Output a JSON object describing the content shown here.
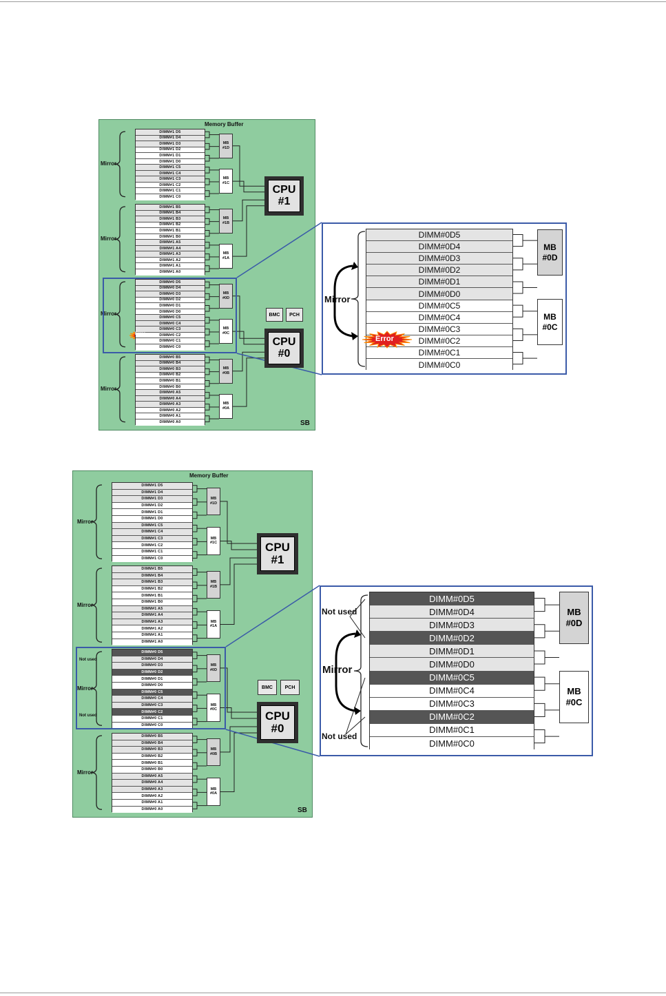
{
  "top_diagram": {
    "title": "Memory Buffer",
    "board_label": "SB",
    "mirror_label": "Mirror",
    "error_label": "Error",
    "cpu1": {
      "line1": "CPU",
      "line2": "#1"
    },
    "cpu0": {
      "line1": "CPU",
      "line2": "#0"
    },
    "bmc": "BMC",
    "pch": "PCH",
    "groups": [
      {
        "dimms": [
          "DIMM#1 D5",
          "DIMM#1 D4",
          "DIMM#1 D3",
          "DIMM#1 D2",
          "DIMM#1 D1",
          "DIMM#1 D0",
          "DIMM#1 C5",
          "DIMM#1 C4",
          "DIMM#1 C3",
          "DIMM#1 C2",
          "DIMM#1 C1",
          "DIMM#1 C0"
        ],
        "mb_top": {
          "line1": "MB",
          "line2": "#1D"
        },
        "mb_bottom": {
          "line1": "MB",
          "line2": "#1C"
        }
      },
      {
        "dimms": [
          "DIMM#1 B5",
          "DIMM#1 B4",
          "DIMM#1 B3",
          "DIMM#1 B2",
          "DIMM#1 B1",
          "DIMM#1 B0",
          "DIMM#1 A5",
          "DIMM#1 A4",
          "DIMM#1 A3",
          "DIMM#1 A2",
          "DIMM#1 A1",
          "DIMM#1 A0"
        ],
        "mb_top": {
          "line1": "MB",
          "line2": "#1B"
        },
        "mb_bottom": {
          "line1": "MB",
          "line2": "#1A"
        }
      },
      {
        "dimms": [
          "DIMM#0 D5",
          "DIMM#0 D4",
          "DIMM#0 D3",
          "DIMM#0 D2",
          "DIMM#0 D1",
          "DIMM#0 D0",
          "DIMM#0 C5",
          "DIMM#0 C4",
          "DIMM#0 C3",
          "DIMM#0 C2",
          "DIMM#0 C1",
          "DIMM#0 C0"
        ],
        "mb_top": {
          "line1": "MB",
          "line2": "#0D"
        },
        "mb_bottom": {
          "line1": "MB",
          "line2": "#0C"
        }
      },
      {
        "dimms": [
          "DIMM#0 B5",
          "DIMM#0 B4",
          "DIMM#0 B3",
          "DIMM#0 B2",
          "DIMM#0 B1",
          "DIMM#0 B0",
          "DIMM#0 A5",
          "DIMM#0 A4",
          "DIMM#0 A3",
          "DIMM#0 A2",
          "DIMM#0 A1",
          "DIMM#0 A0"
        ],
        "mb_top": {
          "line1": "MB",
          "line2": "#0B"
        },
        "mb_bottom": {
          "line1": "MB",
          "line2": "#0A"
        }
      }
    ],
    "zoom": {
      "mirror_label": "Mirror",
      "error_label": "Error",
      "dimms": [
        "DIMM#0D5",
        "DIMM#0D4",
        "DIMM#0D3",
        "DIMM#0D2",
        "DIMM#0D1",
        "DIMM#0D0",
        "DIMM#0C5",
        "DIMM#0C4",
        "DIMM#0C3",
        "DIMM#0C2",
        "DIMM#0C1",
        "DIMM#0C0"
      ],
      "mb_top": {
        "line1": "MB",
        "line2": "#0D"
      },
      "mb_bottom": {
        "line1": "MB",
        "line2": "#0C"
      }
    }
  },
  "bottom_diagram": {
    "title": "Memory Buffer",
    "board_label": "SB",
    "mirror_label": "Mirror",
    "not_used_label": "Not used",
    "cpu1": {
      "line1": "CPU",
      "line2": "#1"
    },
    "cpu0": {
      "line1": "CPU",
      "line2": "#0"
    },
    "bmc": "BMC",
    "pch": "PCH",
    "unused_dimms": [
      "DIMM#0 D5",
      "DIMM#0 D2",
      "DIMM#0 C5",
      "DIMM#0 C2"
    ],
    "zoom": {
      "mirror_label": "Mirror",
      "not_used_label": "Not used",
      "unused_dimms": [
        "DIMM#0D5",
        "DIMM#0D2",
        "DIMM#0C5",
        "DIMM#0C2"
      ]
    }
  },
  "colors": {
    "board": "#8fcc9f",
    "dimm_grey": "#e4e4e4",
    "dimm_unused": "#555555",
    "highlight": "#3a5aa8",
    "error": "#e02020"
  }
}
